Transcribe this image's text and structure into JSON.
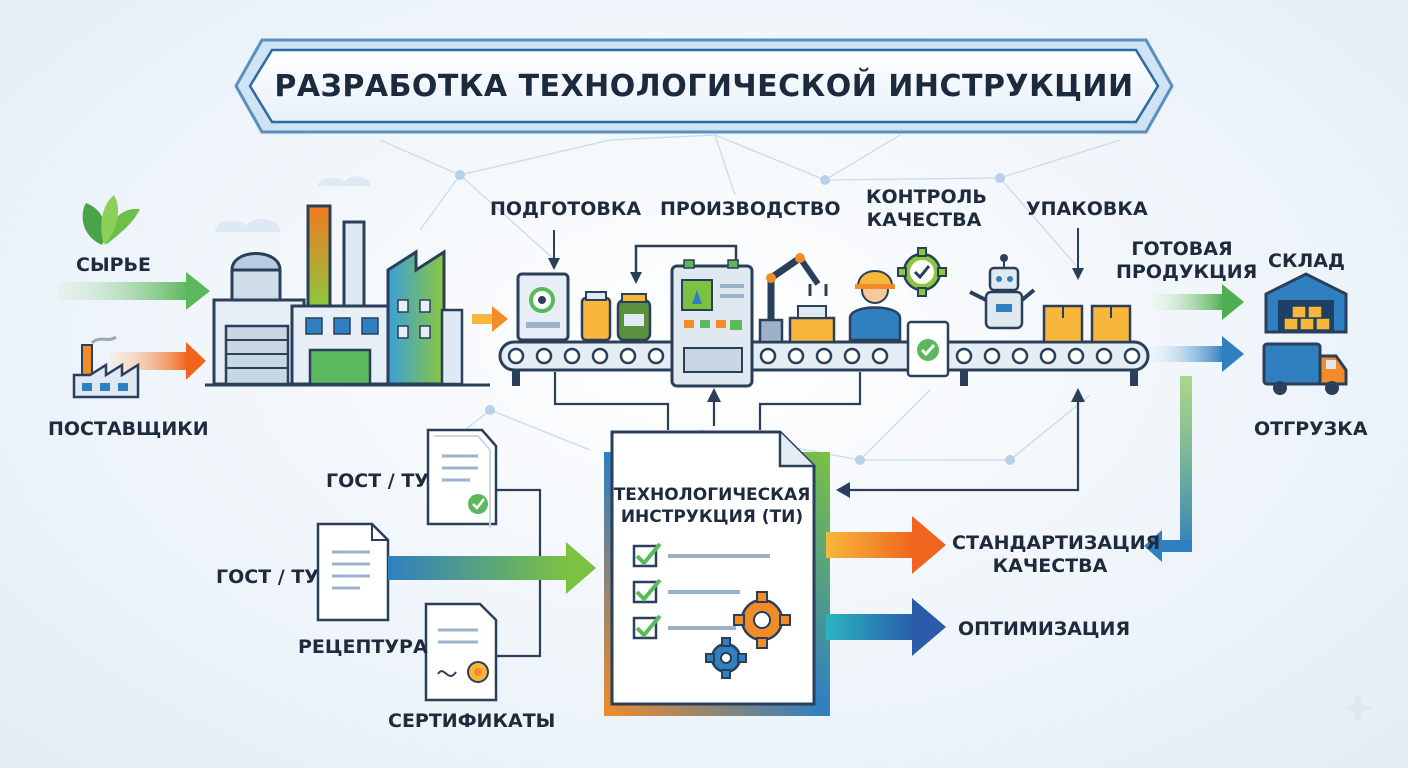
{
  "title": "РАЗРАБОТКА ТЕХНОЛОГИЧЕСКОЙ ИНСТРУКЦИИ",
  "inputs": {
    "raw": "СЫРЬЕ",
    "suppliers": "ПОСТАВЩИКИ"
  },
  "stages": {
    "preparation": "ПОДГОТОВКА",
    "production": "ПРОИЗВОДСТВО",
    "quality_line1": "КОНТРОЛЬ",
    "quality_line2": "КАЧЕСТВА",
    "packaging": "УПАКОВКА"
  },
  "outputs": {
    "finished_line1": "ГОТОВАЯ",
    "finished_line2": "ПРОДУКЦИЯ",
    "warehouse": "СКЛАД",
    "shipping": "ОТГРУЗКА"
  },
  "documents": {
    "gost1": "ГОСТ / ТУ",
    "gost2": "ГОСТ / ТУ",
    "recipe": "РЕЦЕПТУРА",
    "certificates": "СЕРТИФИКАТЫ"
  },
  "instruction": {
    "line1": "ТЕХНОЛОГИЧЕСКАЯ",
    "line2": "ИНСТРУКЦИЯ (ТИ)"
  },
  "results": {
    "standard_line1": "СТАНДАРТИЗАЦИЯ",
    "standard_line2": "КАЧЕСТВА",
    "optimization": "ОПТИМИЗАЦИЯ"
  },
  "colors": {
    "green": "#5cb85c",
    "blue": "#2f7fc1",
    "orange": "#f28c28",
    "navy": "#2a3f5a"
  }
}
